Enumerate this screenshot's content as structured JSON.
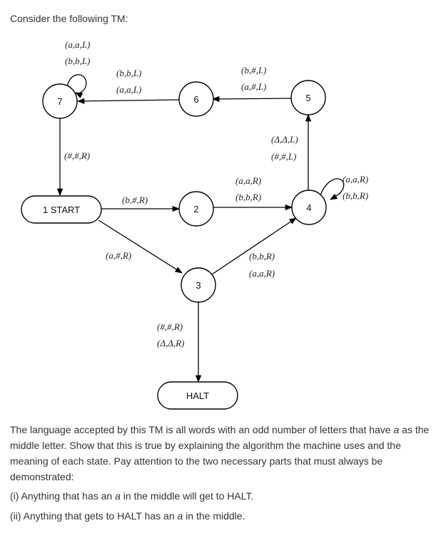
{
  "intro": "Consider the following TM:",
  "diagram": {
    "states": {
      "s7": "7",
      "s6": "6",
      "s5": "5",
      "s4": "4",
      "s3": "3",
      "s2": "2",
      "start": "1 START",
      "halt": "HALT"
    },
    "edges": {
      "loop7_l1": "(a,a,L)",
      "loop7_l2": "(b,b,L)",
      "e6_7_l1": "(b,b,L)",
      "e6_7_l2": "(a,a,L)",
      "e5_6_l1": "(b,#,L)",
      "e5_6_l2": "(a,#,L)",
      "e4_5_l1": "(Δ,Δ,L)",
      "e4_5_l2": "(#,#,L)",
      "loop4_l1": "(a,a,R)",
      "loop4_l2": "(b,b,R)",
      "e7_1_l1": "(#,#,R)",
      "e1_2_l1": "(b,#,R)",
      "e2_4_l1": "(a,a,R)",
      "e2_4_l2": "(b,b,R)",
      "e1_3_l1": "(a,#,R)",
      "e3_4_l1": "(b,b,R)",
      "e3_4_l2": "(a,a,R)",
      "e3_h_l1": "(#,#,R)",
      "e3_h_l2": "(Δ,Δ,R)"
    }
  },
  "description": {
    "before_em": "The language accepted by this TM is all words with an odd number of letters that have ",
    "em": "a",
    "after_em": " as the middle letter. Show that this is true by explaining the algorithm the machine uses and the meaning of each state. Pay attention to the two necessary parts that must always be demonstrated:"
  },
  "parts": {
    "p1_before": "(i) Anything that has an ",
    "p1_em": "a",
    "p1_after": " in the middle will get to HALT.",
    "p2_before": "(ii) Anything that gets to HALT has an ",
    "p2_em": "a",
    "p2_after": " in the middle."
  },
  "colors": {
    "text": "#333333",
    "ink": "#000000",
    "background": "#ffffff"
  }
}
